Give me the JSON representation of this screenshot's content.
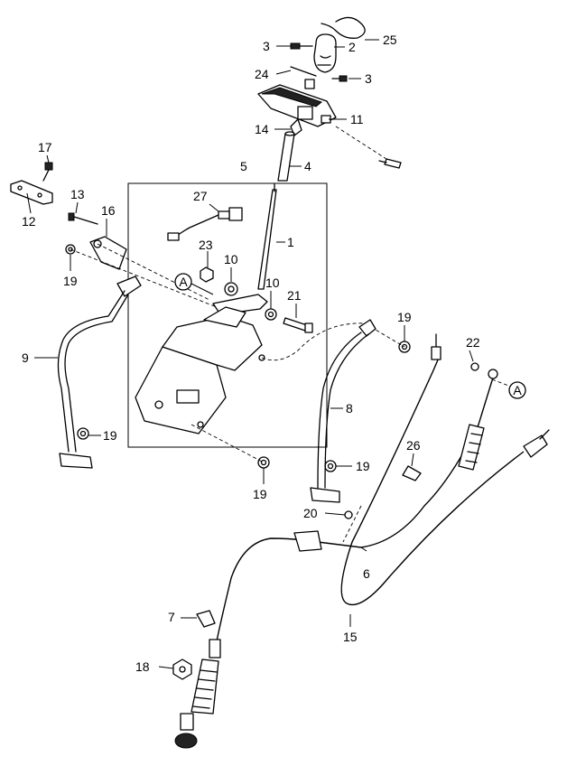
{
  "diagram": {
    "callouts": [
      "1",
      "2",
      "3",
      "3",
      "4",
      "5",
      "6",
      "7",
      "8",
      "9",
      "10",
      "10",
      "11",
      "12",
      "13",
      "14",
      "15",
      "16",
      "17",
      "18",
      "19",
      "19",
      "19",
      "19",
      "19",
      "20",
      "21",
      "22",
      "23",
      "24",
      "25",
      "26",
      "27"
    ],
    "reference_marks": [
      "A",
      "A"
    ]
  }
}
